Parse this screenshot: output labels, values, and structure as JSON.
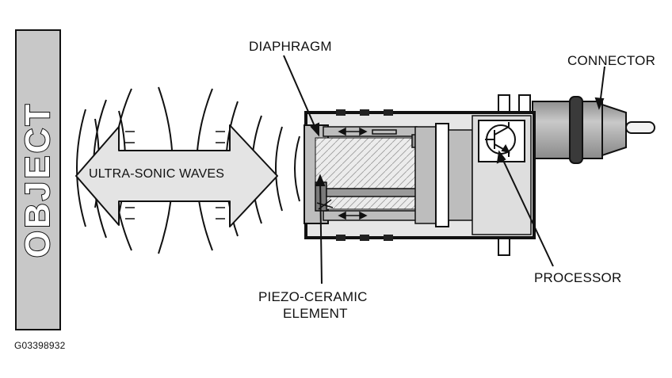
{
  "object_label": "OBJECT",
  "waves_label": "ULTRA-SONIC WAVES",
  "diaphragm_label": "DIAPHRAGM",
  "connector_label": "CONNECTOR",
  "processor_label": "PROCESSOR",
  "piezo_label_line1": "PIEZO-CERAMIC",
  "piezo_label_line2": "ELEMENT",
  "figure_code": "G03398932",
  "colors": {
    "outline": "#111111",
    "object_fill": "#c8c8c8",
    "arrow_fill": "#e4e4e4",
    "housing_fill": "#e6e6e6",
    "mid_gray": "#bdbdbd",
    "dark_gray": "#9a9a9a",
    "connector_body": "#a9a9a9"
  }
}
